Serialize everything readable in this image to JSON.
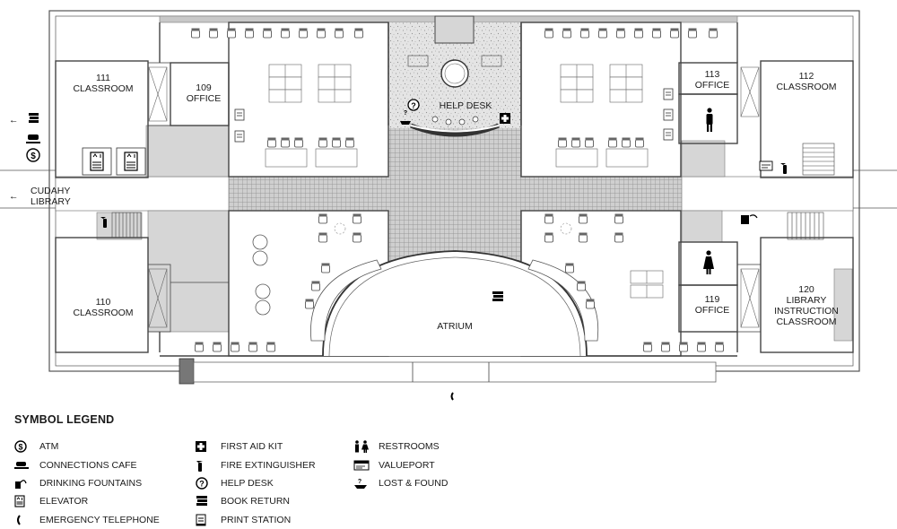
{
  "rooms": {
    "r111": {
      "number": "111",
      "name": "CLASSROOM"
    },
    "r109": {
      "number": "109",
      "name": "OFFICE"
    },
    "r110": {
      "number": "110",
      "name": "CLASSROOM"
    },
    "r113": {
      "number": "113",
      "name": "OFFICE"
    },
    "r112": {
      "number": "112",
      "name": "CLASSROOM"
    },
    "r119": {
      "number": "119",
      "name": "OFFICE"
    },
    "r120": {
      "number": "120",
      "line1": "LIBRARY",
      "line2": "INSTRUCTION",
      "line3": "CLASSROOM"
    }
  },
  "areas": {
    "help_desk": "HELP DESK",
    "atrium": "ATRIUM"
  },
  "navigation": {
    "cudahy_line1": "CUDAHY",
    "cudahy_line2": "LIBRARY",
    "arrow": "←"
  },
  "legend": {
    "title": "SYMBOL LEGEND",
    "items": [
      {
        "icon": "atm-icon",
        "label": "ATM"
      },
      {
        "icon": "coffee-cup-icon",
        "label": "CONNECTIONS CAFE"
      },
      {
        "icon": "drinking-fountain-icon",
        "label": "DRINKING FOUNTAINS"
      },
      {
        "icon": "elevator-icon",
        "label": "ELEVATOR"
      },
      {
        "icon": "telephone-icon",
        "label": "EMERGENCY TELEPHONE"
      },
      {
        "icon": "first-aid-icon",
        "label": "FIRST AID KIT"
      },
      {
        "icon": "fire-extinguisher-icon",
        "label": "FIRE EXTINGUISHER"
      },
      {
        "icon": "help-desk-icon",
        "label": "HELP DESK"
      },
      {
        "icon": "book-return-icon",
        "label": "BOOK RETURN"
      },
      {
        "icon": "print-station-icon",
        "label": "PRINT STATION"
      },
      {
        "icon": "restroom-icon",
        "label": "RESTROOMS"
      },
      {
        "icon": "valueport-icon",
        "label": "VALUEPORT"
      },
      {
        "icon": "lost-found-icon",
        "label": "LOST & FOUND"
      }
    ]
  }
}
